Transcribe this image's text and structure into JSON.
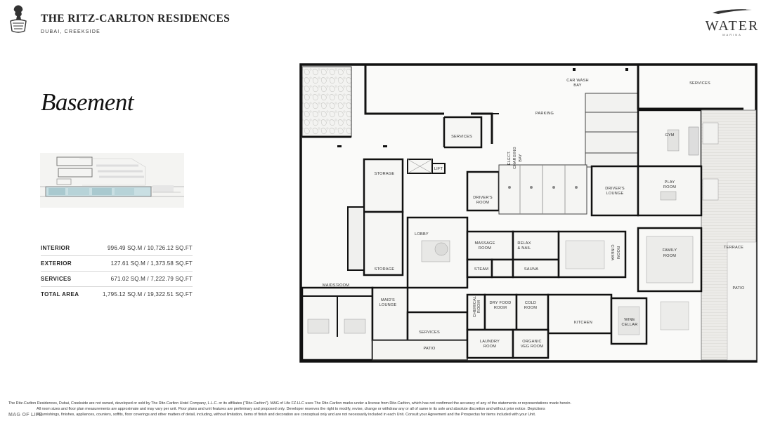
{
  "brand": {
    "title": "THE RITZ-CARLTON RESIDENCES",
    "subtitle": "DUBAI, CREEKSIDE"
  },
  "partner": {
    "wordmark": "WATER",
    "sub": "MARINA"
  },
  "page_title": "Basement",
  "areas": [
    {
      "label": "INTERIOR",
      "value": "996.49 SQ.M / 10,726.12 SQ.FT"
    },
    {
      "label": "EXTERIOR",
      "value": "127.61 SQ.M / 1,373.58 SQ.FT"
    },
    {
      "label": "SERVICES",
      "value": "671.02 SQ.M / 7,222.79 SQ.FT"
    },
    {
      "label": "TOTAL AREA",
      "value": "1,795.12 SQ.M / 19,322.51 SQ.FT"
    }
  ],
  "rooms": {
    "car_wash_1": "CAR WASH",
    "car_wash_2": "BAY",
    "services_top": "SERVICES",
    "parking": "PARKING",
    "services_mid": "SERVICES",
    "gym": "GYM",
    "elect_1": "ELECT.",
    "elect_2": "CHARGING",
    "elect_3": "BAY",
    "storage_1": "STORAGE",
    "lift": "LIFT",
    "drivers_room_1": "DRIVER'S",
    "drivers_room_2": "ROOM",
    "drivers_lounge_1": "DRIVER'S",
    "drivers_lounge_2": "LOUNGE",
    "play_1": "PLAY",
    "play_2": "ROOM",
    "lobby": "LOBBY",
    "massage_1": "MASSAGE",
    "massage_2": "ROOM",
    "relax_1": "RELAX",
    "relax_2": "& NAIL",
    "cinema_1": "CINEMA",
    "cinema_2": "ROOM",
    "family_1": "FAMILY",
    "family_2": "ROOM",
    "terrace": "TERRACE",
    "storage_2": "STORAGE",
    "steam": "STEAM",
    "sauna": "SAUNA",
    "patio_right": "PATIO",
    "maids_room": "MAIDS'ROOM",
    "maids_lounge_1": "MAID'S",
    "maids_lounge_2": "LOUNGE",
    "chemical_1": "CHEMICAL",
    "chemical_2": "ROOM",
    "dry_food_1": "DRY FOOD",
    "dry_food_2": "ROOM",
    "cold_1": "COLD",
    "cold_2": "ROOM",
    "kitchen": "KITCHEN",
    "wine_1": "WINE",
    "wine_2": "CELLAR",
    "services_bottom": "SERVICES",
    "laundry_1": "LAUNDRY",
    "laundry_2": "ROOM",
    "organic_1": "ORGANIC",
    "organic_2": "VEG ROOM",
    "patio_bottom": "PATIO"
  },
  "disclaimer": {
    "line1": "The Ritz-Carlton Residences, Dubai, Creekside are not owned, developed or sold by The Ritz-Carlton Hotel Company, L.L.C. or its affiliates (\"Ritz-Carlton\"). MAG of Life FZ-LLC uses The Ritz-Carlton marks under a license from Ritz-Carlton, which has not confirmed the accuracy of any of the statements or representations made herein.",
    "line2": "All room sizes and floor plan measurements are approximate and may vary per unit. Floor plans and unit features are preliminary and proposed only. Developer reserves the right to modify, revise, change or withdraw any or all of same in its sole and absolute discretion and without prior notice. Depictions",
    "line3": "of furnishings, finishes, appliances, counters, soffits, floor coverings and other matters of detail, including, without limitation, items of finish and decoration are conceptual only and are not necessarily included in each Unit. Consult your Agreement and the Prospectus for items included with your Unit."
  },
  "developer_logo": "MAG OF LIFE"
}
